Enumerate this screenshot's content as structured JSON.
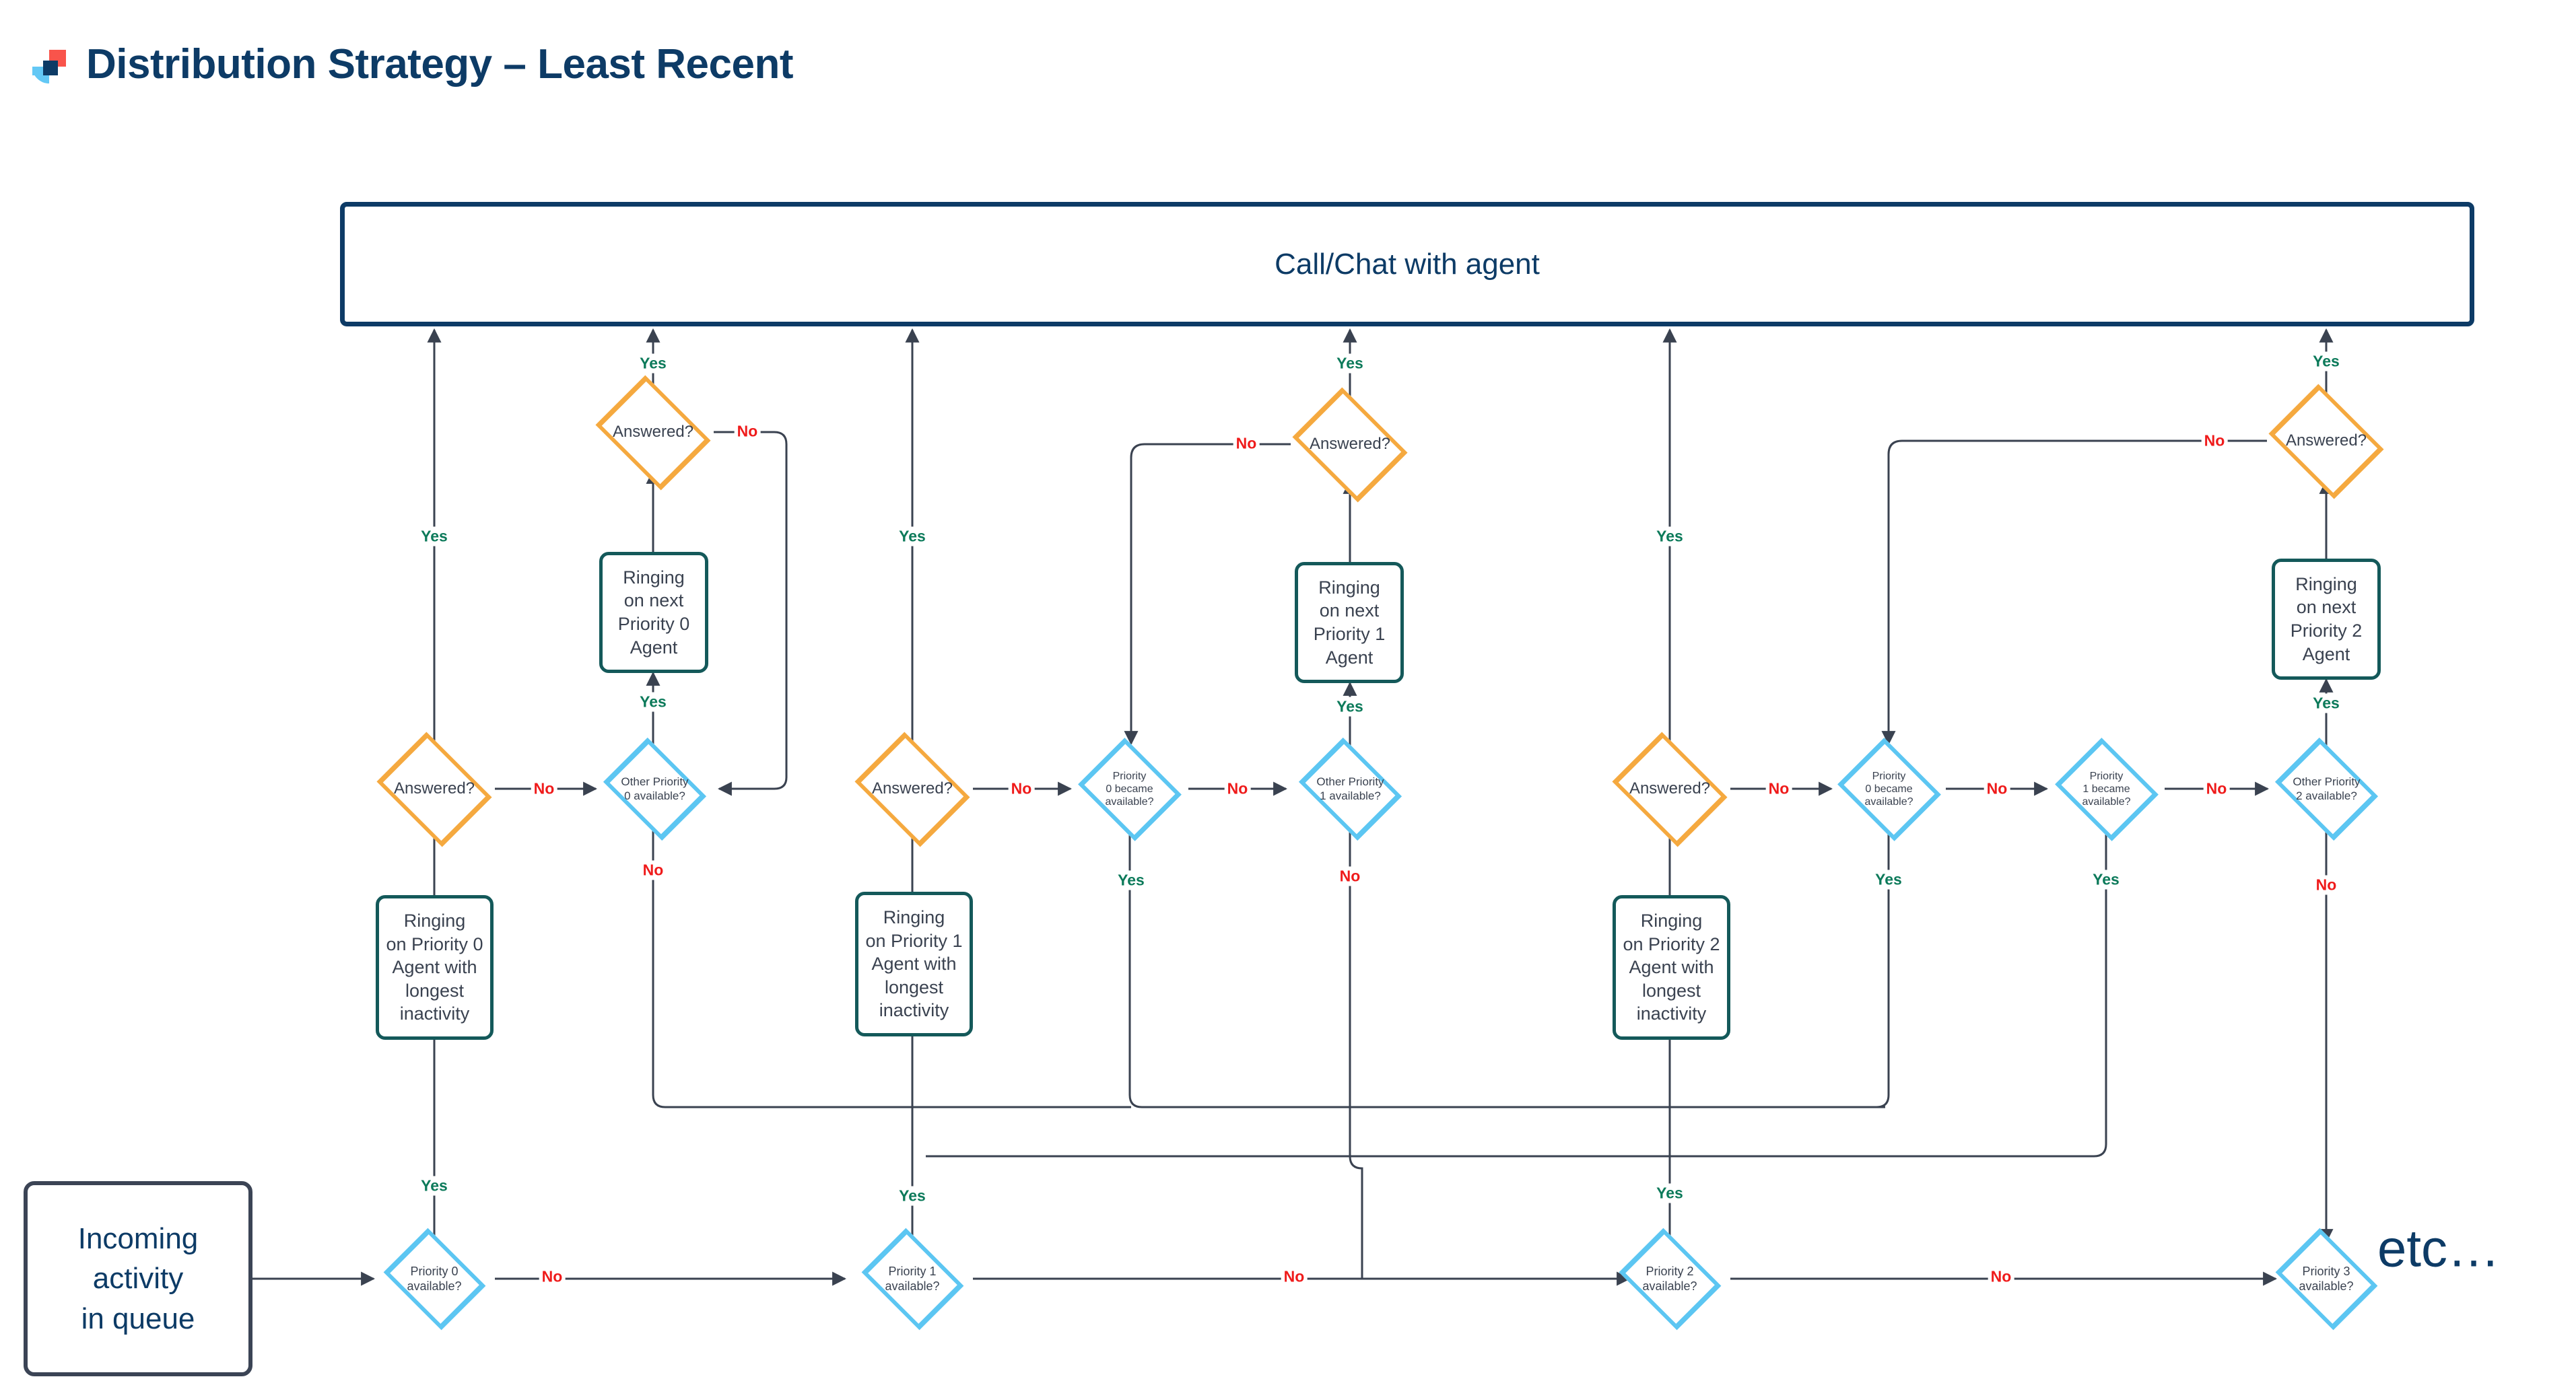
{
  "header": {
    "title": "Distribution Strategy – Least Recent",
    "logo_name": "brand-logo",
    "logo_colors": {
      "red": "#f9544b",
      "light_blue": "#63c8f5",
      "navy": "#0d3b66"
    }
  },
  "theme": {
    "navy": "#0d3b66",
    "orange": "#f5a93f",
    "cyan": "#5cc6f2",
    "teal": "#14595a",
    "charcoal": "#3b4455",
    "yes_green": "#0c7a5a",
    "no_red": "#ef1b1b",
    "edge_gray": "#3a4250"
  },
  "nodes": {
    "banner": {
      "label": "Call/Chat with agent",
      "shape": "rounded-rect",
      "color": "navy"
    },
    "start": {
      "label": "Incoming\nactivity\nin queue",
      "shape": "rounded-rect",
      "color": "charcoal"
    },
    "answered_0": {
      "label": "Answered?",
      "shape": "diamond",
      "color": "orange"
    },
    "answered_0b": {
      "label": "Answered?",
      "shape": "diamond",
      "color": "orange"
    },
    "answered_1": {
      "label": "Answered?",
      "shape": "diamond",
      "color": "orange"
    },
    "answered_1b": {
      "label": "Answered?",
      "shape": "diamond",
      "color": "orange"
    },
    "answered_2": {
      "label": "Answered?",
      "shape": "diamond",
      "color": "orange"
    },
    "answered_2b": {
      "label": "Answered?",
      "shape": "diamond",
      "color": "orange"
    },
    "ring_next_p0": {
      "label": "Ringing\non next\nPriority 0\nAgent",
      "shape": "rounded-rect",
      "color": "teal"
    },
    "ring_next_p1": {
      "label": "Ringing\non next\nPriority 1\nAgent",
      "shape": "rounded-rect",
      "color": "teal"
    },
    "ring_next_p2": {
      "label": "Ringing\non next\nPriority 2\nAgent",
      "shape": "rounded-rect",
      "color": "teal"
    },
    "ring_long_p0": {
      "label": "Ringing\non Priority 0\nAgent with\nlongest\ninactivity",
      "shape": "rounded-rect",
      "color": "teal"
    },
    "ring_long_p1": {
      "label": "Ringing\non Priority 1\nAgent with\nlongest\ninactivity",
      "shape": "rounded-rect",
      "color": "teal"
    },
    "ring_long_p2": {
      "label": "Ringing\non Priority 2\nAgent with\nlongest\ninactivity",
      "shape": "rounded-rect",
      "color": "teal"
    },
    "other_p0": {
      "label": "Other Priority\n0 available?",
      "shape": "diamond",
      "color": "cyan"
    },
    "other_p1": {
      "label": "Other Priority\n1 available?",
      "shape": "diamond",
      "color": "cyan"
    },
    "other_p2": {
      "label": "Other Priority\n2 available?",
      "shape": "diamond",
      "color": "cyan"
    },
    "became_p0_a": {
      "label": "Priority\n0 became\navailable?",
      "shape": "diamond",
      "color": "cyan"
    },
    "became_p0_b": {
      "label": "Priority\n0 became\navailable?",
      "shape": "diamond",
      "color": "cyan"
    },
    "became_p1": {
      "label": "Priority\n1 became\navailable?",
      "shape": "diamond",
      "color": "cyan"
    },
    "avail_p0": {
      "label": "Priority 0\navailable?",
      "shape": "diamond",
      "color": "cyan"
    },
    "avail_p1": {
      "label": "Priority 1\navailable?",
      "shape": "diamond",
      "color": "cyan"
    },
    "avail_p2": {
      "label": "Priority 2\navailable?",
      "shape": "diamond",
      "color": "cyan"
    },
    "avail_p3": {
      "label": "Priority 3\navailable?",
      "shape": "diamond",
      "color": "cyan"
    },
    "etc": {
      "label": "etc…"
    }
  },
  "edge_labels": {
    "yes": "Yes",
    "no": "No",
    "col0_avail_yes": "Yes",
    "col0_avail_no": "No",
    "col0_answered_yes": "Yes",
    "col0_answered_no": "No",
    "col0_other_yes": "Yes",
    "col0_other_no": "No",
    "col0_answeredb_yes": "Yes",
    "col0_answeredb_no": "No",
    "col1_avail_yes": "Yes",
    "col1_avail_no": "No",
    "col1_answered_yes": "Yes",
    "col1_answered_no": "No",
    "col1_became_yes": "Yes",
    "col1_became_no": "No",
    "col1_other_yes": "Yes",
    "col1_other_no": "No",
    "col1_answeredb_yes": "Yes",
    "col1_answeredb_no": "No",
    "col2_avail_yes": "Yes",
    "col2_avail_no": "No",
    "col2_answered_yes": "Yes",
    "col2_answered_no": "No",
    "col2_became0_yes": "Yes",
    "col2_became0_no": "No",
    "col2_became1_yes": "Yes",
    "col2_became1_no": "No",
    "col2_other_yes": "Yes",
    "col2_other_no": "No",
    "col2_answeredb_yes": "Yes",
    "col2_answeredb_no": "No"
  }
}
